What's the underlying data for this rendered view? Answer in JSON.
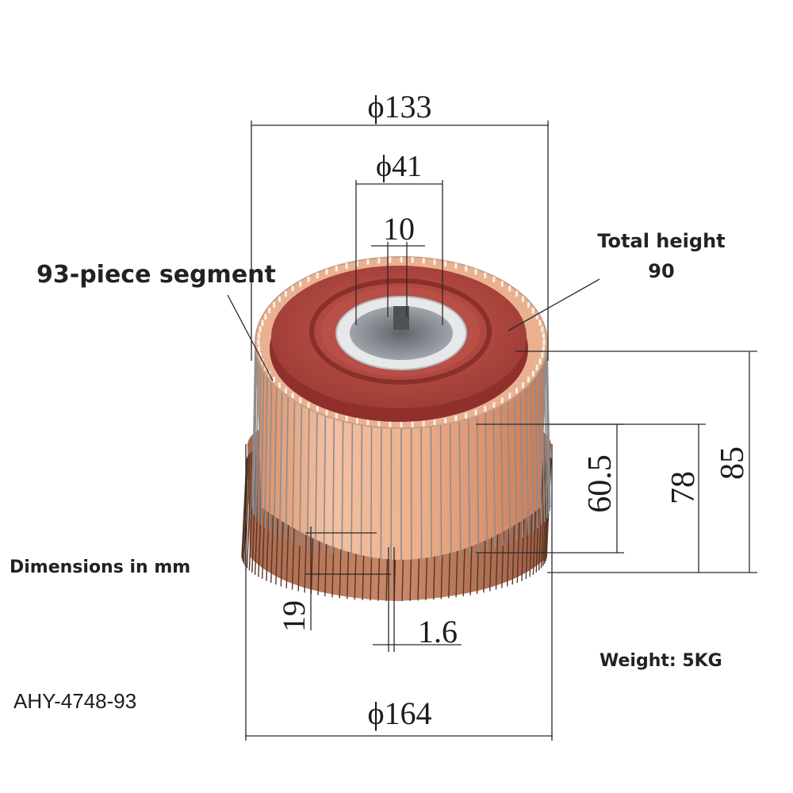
{
  "labels": {
    "segment": "93-piece segment",
    "total_height_line1": "Total height",
    "total_height_line2": "90",
    "units": "Dimensions in mm",
    "model": "AHY-4748-93",
    "weight": "Weight: 5KG"
  },
  "dimensions": {
    "outer_diameter_top": "ϕ133",
    "bore_diameter": "ϕ41",
    "keyway_width": "10",
    "height_60_5": "60.5",
    "height_78": "78",
    "height_85": "85",
    "riser_height": "19",
    "riser_thickness": "1.6",
    "riser_diameter": "ϕ164"
  },
  "colors": {
    "copper": "#e8a57d",
    "copper_dark": "#c9714c",
    "insulator_red": "#b2463f",
    "bore_steel": "#9aa0a6",
    "mica_gray": "#8a8c90"
  }
}
